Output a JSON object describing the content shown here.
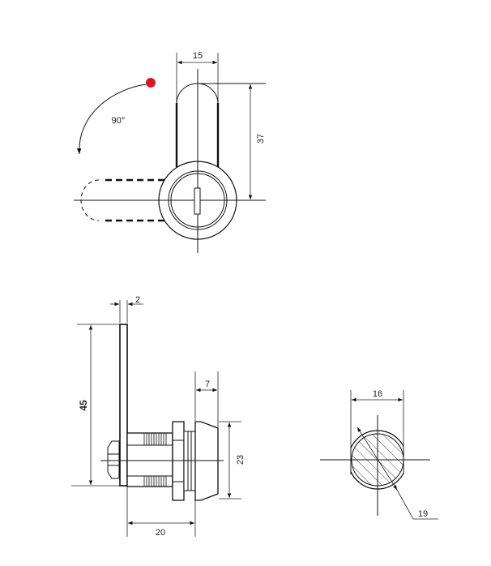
{
  "drawing": {
    "front_view": {
      "width_label": "15",
      "height_label": "37",
      "rotation_label": "90°",
      "marker_color": "#e0141e"
    },
    "side_view": {
      "plate_thickness_label": "2",
      "plate_height_label": "45",
      "cap_length_label": "7",
      "cap_diameter_label": "23",
      "body_length_label": "20"
    },
    "section_view": {
      "flat_width_label": "16",
      "diameter_label": "19"
    }
  }
}
